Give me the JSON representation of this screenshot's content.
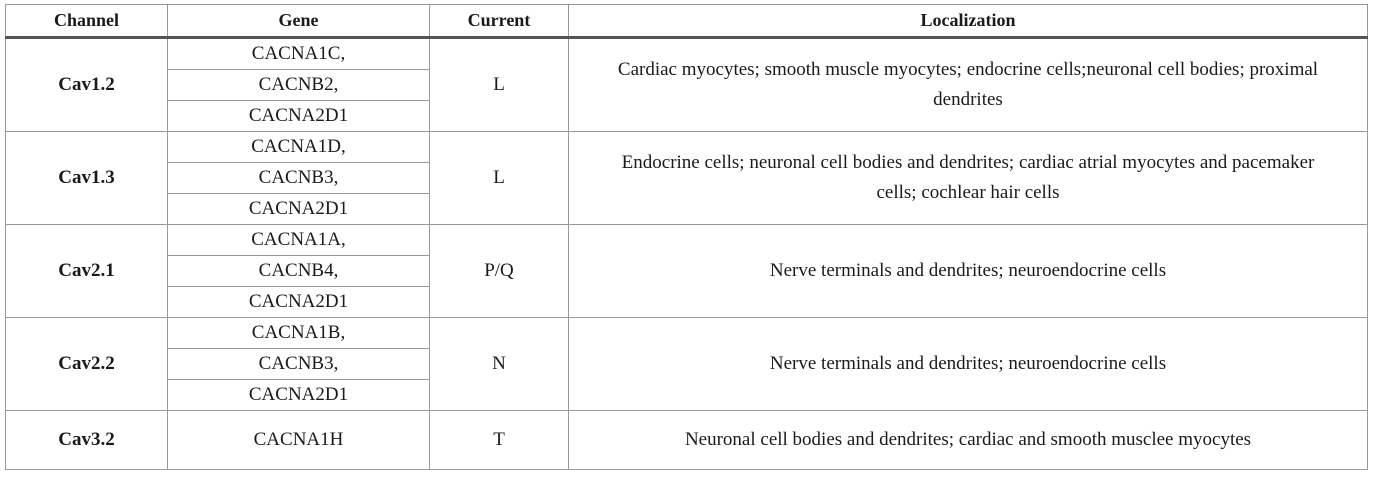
{
  "table": {
    "headers": [
      "Channel",
      "Gene",
      "Current",
      "Localization"
    ],
    "rows": [
      {
        "channel": "Cav1.2",
        "genes": [
          "CACNA1C,",
          "CACNB2,",
          "CACNA2D1"
        ],
        "current": "L",
        "localization": "Cardiac myocytes; smooth muscle myocytes; endocrine cells;neuronal cell bodies; proximal dendrites"
      },
      {
        "channel": "Cav1.3",
        "genes": [
          "CACNA1D,",
          "CACNB3,",
          "CACNA2D1"
        ],
        "current": "L",
        "localization": "Endocrine cells; neuronal cell bodies and dendrites; cardiac atrial myocytes and pacemaker cells; cochlear hair cells"
      },
      {
        "channel": "Cav2.1",
        "genes": [
          "CACNA1A,",
          "CACNB4,",
          "CACNA2D1"
        ],
        "current": "P/Q",
        "localization": "Nerve terminals and dendrites; neuroendocrine cells"
      },
      {
        "channel": "Cav2.2",
        "genes": [
          "CACNA1B,",
          "CACNB3,",
          "CACNA2D1"
        ],
        "current": "N",
        "localization": "Nerve terminals and dendrites; neuroendocrine cells"
      },
      {
        "channel": "Cav3.2",
        "genes": [
          "CACNA1H"
        ],
        "current": "T",
        "localization": "Neuronal cell bodies and dendrites; cardiac and smooth musclee myocytes"
      }
    ]
  }
}
